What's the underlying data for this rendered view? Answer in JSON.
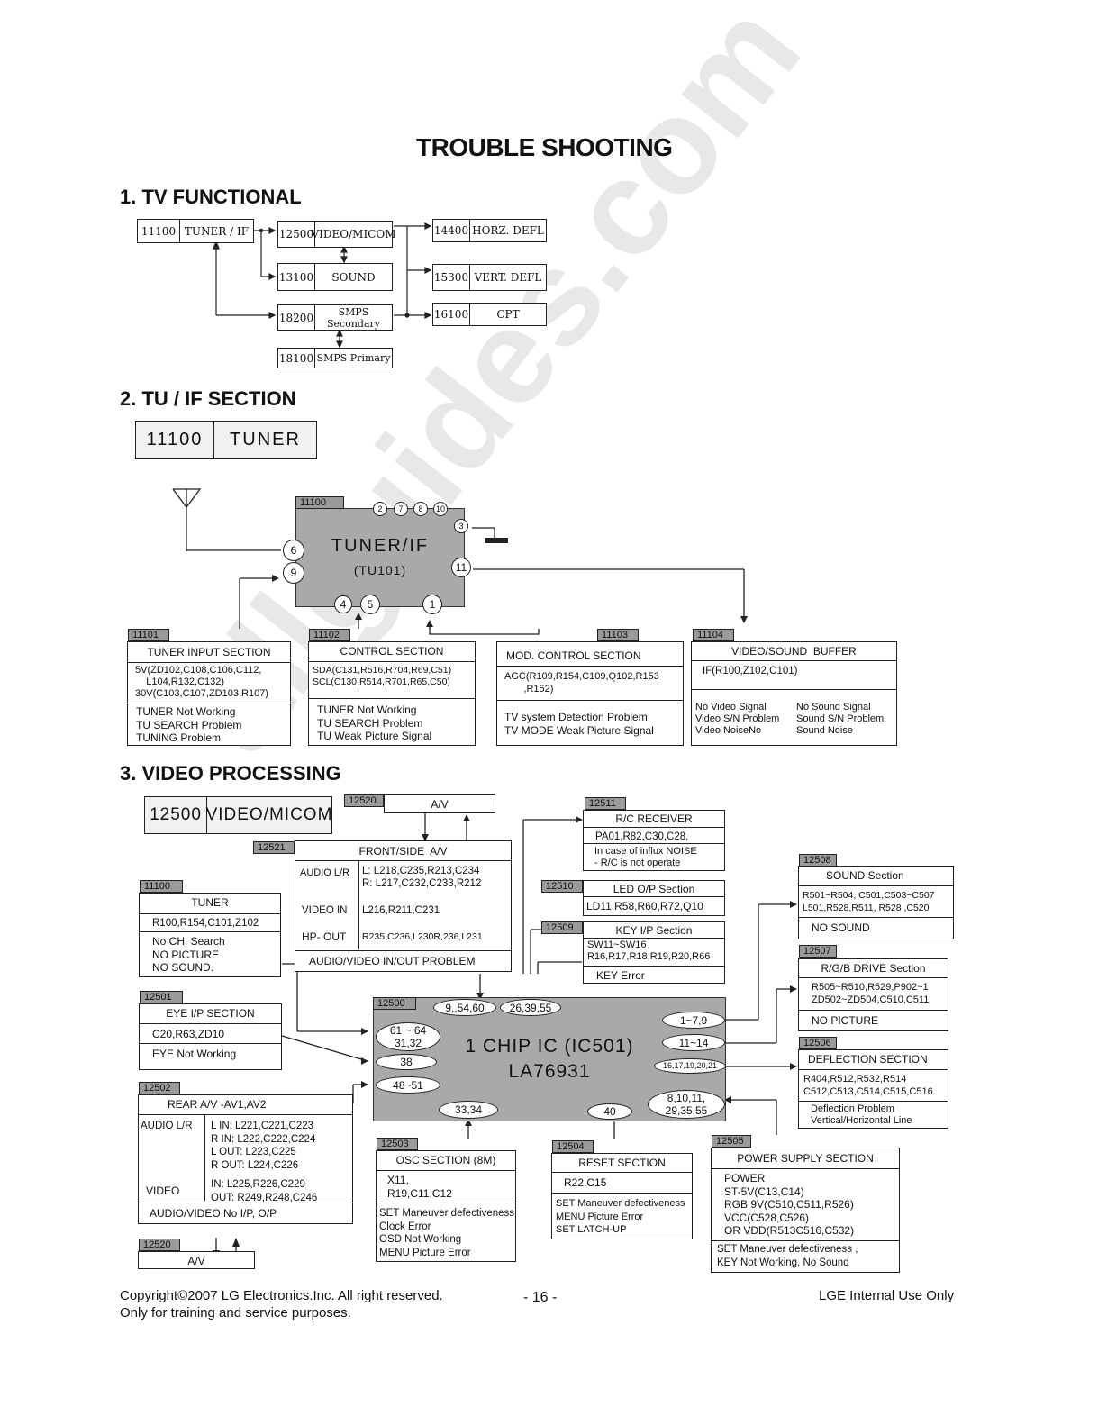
{
  "page": {
    "title": "TROUBLE SHOOTING",
    "section1": "1. TV FUNCTIONAL",
    "section2": "2. TU / IF SECTION",
    "section3": "3. VIDEO PROCESSING",
    "watermark": "allguides.com",
    "footer_copyright": "Copyright©2007 LG Electronics.Inc. All right reserved.",
    "footer_training": "Only for training and service purposes.",
    "footer_page": "- 16 -",
    "footer_internal": "LGE Internal Use Only"
  },
  "functional": {
    "tuner": {
      "code": "11100",
      "label": "TUNER / IF"
    },
    "video": {
      "code": "12500",
      "label": "VIDEO/MICOM"
    },
    "sound": {
      "code": "13100",
      "label": "SOUND"
    },
    "smps_sec": {
      "code": "18200",
      "label": "SMPS Secondary"
    },
    "smps_pri": {
      "code": "18100",
      "label": "SMPS Primary"
    },
    "horz": {
      "code": "14400",
      "label": "HORZ. DEFL"
    },
    "vert": {
      "code": "15300",
      "label": "VERT. DEFL"
    },
    "cpt": {
      "code": "16100",
      "label": "CPT"
    }
  },
  "tuif": {
    "header": {
      "code": "11100",
      "label": "TUNER"
    },
    "chip": {
      "tag": "11100",
      "name": "TUNER/IF",
      "part": "(TU101)"
    },
    "pins": [
      "2",
      "7",
      "8",
      "10",
      "3",
      "6",
      "9",
      "11",
      "4",
      "5",
      "1"
    ],
    "input_section": {
      "tag": "11101",
      "title": "TUNER INPUT SECTION",
      "parts": "5V(ZD102,C108,C106,C112,\n    L104,R132,C132)\n30V(C103,C107,ZD103,R107)",
      "symptoms": "TUNER Not Working\nTU SEARCH Problem\nTUNING Problem"
    },
    "control_section": {
      "tag": "11102",
      "title": "CONTROL SECTION",
      "parts": "SDA(C131,R516,R704,R69,C51)\nSCL(C130,R514,R701,R65,C50)",
      "symptoms": "TUNER Not Working\nTU SEARCH Problem\nTU Weak Picture Signal"
    },
    "mod_section": {
      "tag": "11103",
      "title": "MOD. CONTROL SECTION",
      "parts": "AGC(R109,R154,C109,Q102,R153\n       ,R152)",
      "symptoms": "TV system Detection Problem\nTV MODE Weak Picture Signal"
    },
    "buffer_section": {
      "tag": "11104",
      "title": "VIDEO/SOUND  BUFFER",
      "parts": "IF(R100,Z102,C101)",
      "symptoms_left": "No Video Signal\nVideo S/N Problem\nVideo NoiseNo",
      "symptoms_right": "No Sound Signal\nSound S/N Problem\nSound Noise"
    }
  },
  "video": {
    "header": {
      "code": "12500",
      "label": "VIDEO/MICOM"
    },
    "av_top": {
      "tag": "12520",
      "label": "A/V"
    },
    "front_side": {
      "tag": "12521",
      "title": "FRONT/SIDE  A/V",
      "audio_label": "AUDIO L/R",
      "audio_parts": "L: L218,C235,R213,C234\nR: L217,C232,C233,R212",
      "video_label": "VIDEO IN",
      "video_parts": "L216,R211,C231",
      "hp_label": "HP- OUT",
      "hp_parts": "R235,C236,L230R,236,L231",
      "problem": "AUDIO/VIDEO IN/OUT PROBLEM"
    },
    "tuner": {
      "tag": "11100",
      "title": "TUNER",
      "parts": "R100,R154,C101,Z102",
      "symptoms": "No CH. Search\nNO PICTURE\nNO SOUND."
    },
    "eye": {
      "tag": "12501",
      "title": "EYE I/P SECTION",
      "parts": "C20,R63,ZD10",
      "symptoms": "EYE Not Working"
    },
    "rear": {
      "tag": "12502",
      "title": "REAR A/V -AV1,AV2",
      "audio_label": "AUDIO L/R",
      "audio_parts": "L IN: L221,C221,C223\nR IN: L222,C222,C224\nL OUT: L223,C225\nR OUT: L224,C226",
      "video_label": "VIDEO",
      "video_parts": "IN: L225,R226,C229\nOUT: R249,R248,C246",
      "problem": "AUDIO/VIDEO No I/P, O/P"
    },
    "av_bottom": {
      "tag": "12520",
      "label": "A/V"
    },
    "rc": {
      "tag": "12511",
      "title": "R/C RECEIVER",
      "parts": "PA01,R82,C30,C28,",
      "note": "In case of influx NOISE\n- R/C is not operate"
    },
    "led": {
      "tag": "12510",
      "title": "LED O/P Section",
      "parts": "LD11,R58,R60,R72,Q10"
    },
    "key": {
      "tag": "12509",
      "title": "KEY I/P Section",
      "parts": "SW11~SW16\nR16,R17,R18,R19,R20,R66",
      "symptoms": "KEY Error"
    },
    "chip": {
      "tag": "12500",
      "name": "1 CHIP IC (IC501)",
      "part": "LA76931",
      "pins_top": [
        "9,,54,60",
        "26,39,55"
      ],
      "pins_left": [
        "61 ~ 64\n31,32",
        "38",
        "48~51"
      ],
      "pins_right": [
        "1~7,9",
        "11~14",
        "16,17,19,20,21",
        "8,10,11,\n29,35,55"
      ],
      "pins_bottom": [
        "33,34",
        "40"
      ]
    },
    "sound": {
      "tag": "12508",
      "title": "SOUND Section",
      "parts": "R501~R504, C501,C503~C507\nL501,R528,R511, R528 ,C520",
      "symptoms": "NO SOUND"
    },
    "rgb": {
      "tag": "12507",
      "title": "R/G/B DRIVE Section",
      "parts": "R505~R510,R529,P902~1\nZD502~ZD504,C510,C511",
      "symptoms": "NO PICTURE"
    },
    "deflection": {
      "tag": "12506",
      "title": "DEFLECTION SECTION",
      "parts": "R404,R512,R532,R514\nC512,C513,C514,C515,C516",
      "symptoms": "Deflection Problem\nVertical/Horizontal Line"
    },
    "osc": {
      "tag": "12503",
      "title": "OSC SECTION (8M)",
      "parts": "X11,\nR19,C11,C12",
      "symptoms": "SET Maneuver defectiveness\nClock Error\nOSD Not Working\nMENU Picture Error"
    },
    "reset": {
      "tag": "12504",
      "title": "RESET SECTION",
      "parts": "R22,C15",
      "symptoms": "SET Maneuver defectiveness\nMENU Picture Error\nSET LATCH-UP"
    },
    "power": {
      "tag": "12505",
      "title": "POWER SUPPLY SECTION",
      "parts": "POWER\nST-5V(C13,C14)\nRGB 9V(C510,C511,R526)\nVCC(C528,C526)\nOR VDD(R513C516,C532)",
      "symptoms": "SET Maneuver defectiveness ,\nKEY Not Working, No Sound"
    }
  }
}
